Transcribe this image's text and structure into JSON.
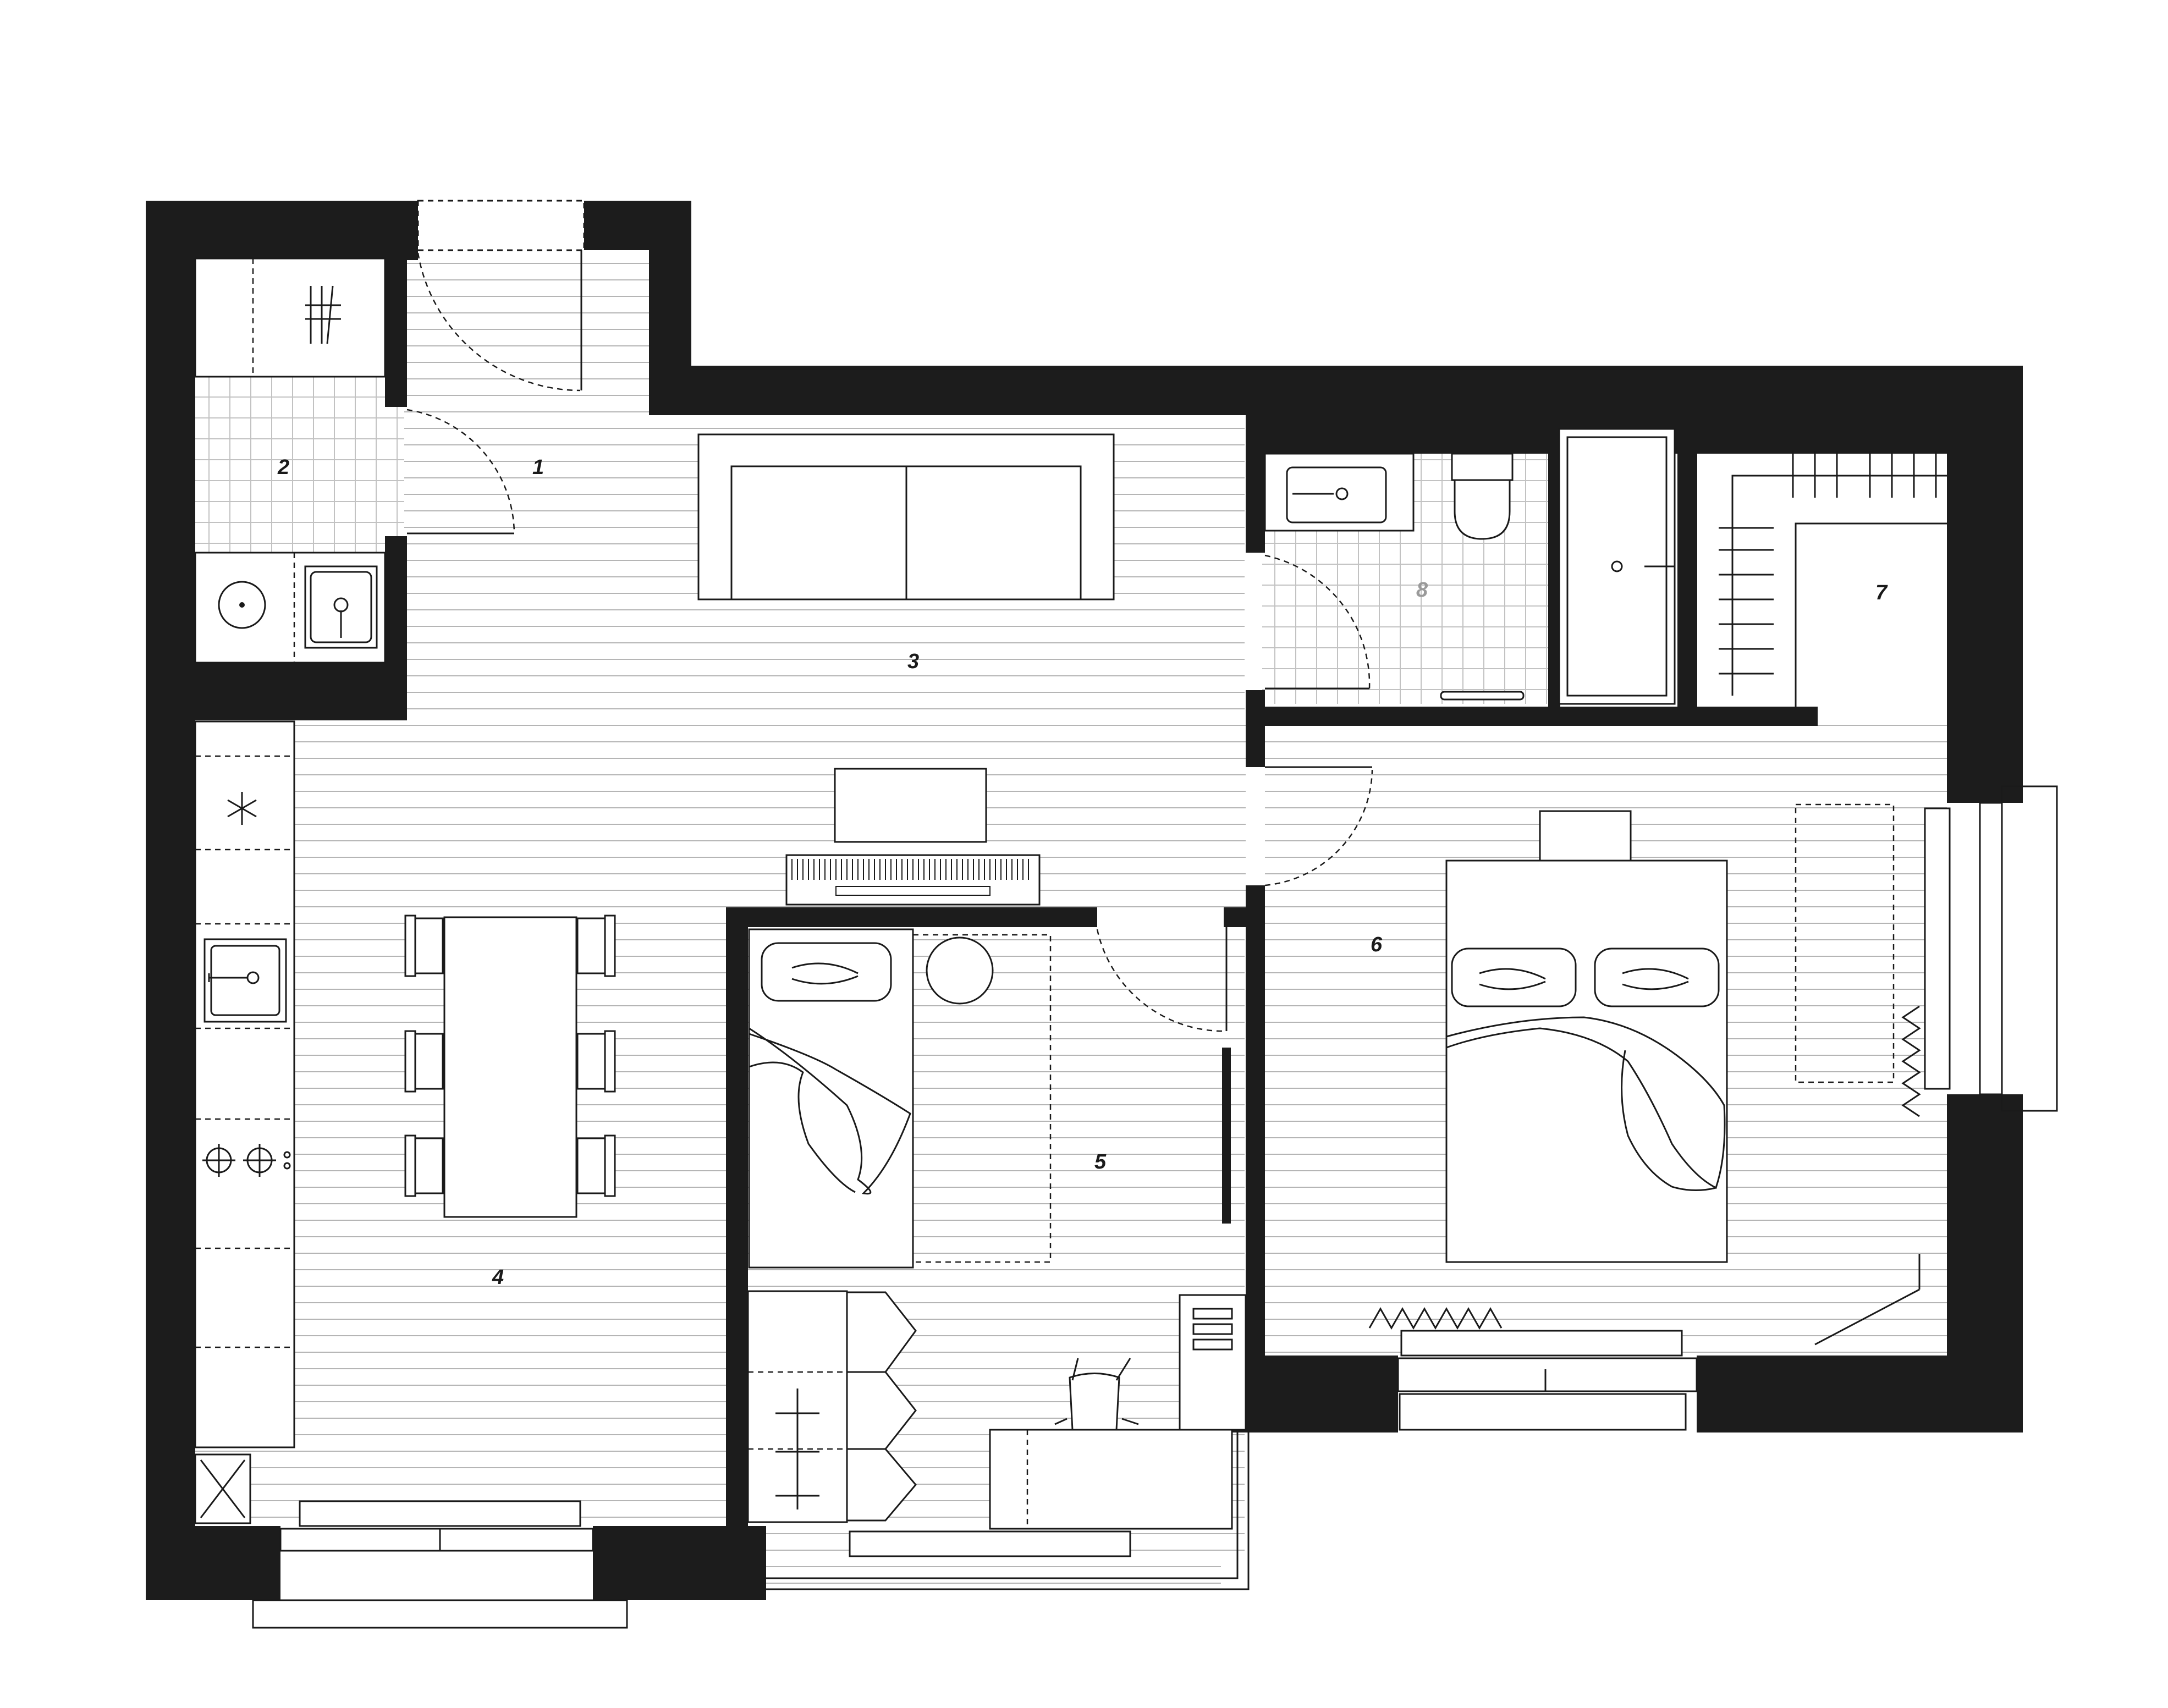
{
  "plan": {
    "rooms": [
      {
        "id": "entrance",
        "label": "1"
      },
      {
        "id": "utility",
        "label": "2"
      },
      {
        "id": "living",
        "label": "3"
      },
      {
        "id": "kitchen-dining",
        "label": "4"
      },
      {
        "id": "kids-bedroom",
        "label": "5"
      },
      {
        "id": "master-bedroom",
        "label": "6"
      },
      {
        "id": "walk-in-closet",
        "label": "7"
      },
      {
        "id": "bathroom",
        "label": "8"
      }
    ],
    "colors": {
      "wall": "#1c1c1c",
      "line": "#1a1a1a",
      "background": "#ffffff",
      "muted_label": "#9a9a9a"
    },
    "icons": [
      "snowflake-icon",
      "sink-icon",
      "stove-icon",
      "washing-machine-icon",
      "toilet-icon",
      "bathtub-icon"
    ]
  }
}
